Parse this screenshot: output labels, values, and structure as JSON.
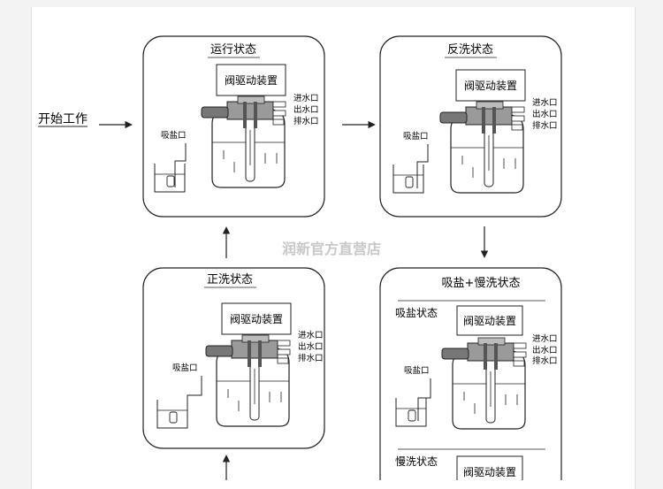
{
  "start_label": "开始工作",
  "watermark": "润新官方直营店",
  "panels": {
    "running": {
      "title": "运行状态",
      "device": "阀驱动装置",
      "inlet": "进水口",
      "outlet": "出水口",
      "drain": "排水口",
      "brine": "吸盐口"
    },
    "backwash": {
      "title": "反洗状态",
      "device": "阀驱动装置",
      "inlet": "进水口",
      "outlet": "出水口",
      "drain": "排水口",
      "brine": "吸盐口"
    },
    "rinse": {
      "title": "正洗状态",
      "device": "阀驱动装置",
      "inlet": "进水口",
      "outlet": "出水口",
      "drain": "排水口",
      "brine": "吸盐口"
    },
    "brine_slow": {
      "title": "吸盐+慢洗状态",
      "brine_sub": "吸盐状态",
      "slow_sub": "慢洗状态",
      "device": "阀驱动装置",
      "device2": "阀驱动装置",
      "inlet": "进水口",
      "outlet": "出水口",
      "drain": "排水口",
      "brine": "吸盐口"
    }
  },
  "colors": {
    "line": "#222222",
    "fill_gray": "#9a9a9a",
    "watermark": "#c8c8c8"
  }
}
